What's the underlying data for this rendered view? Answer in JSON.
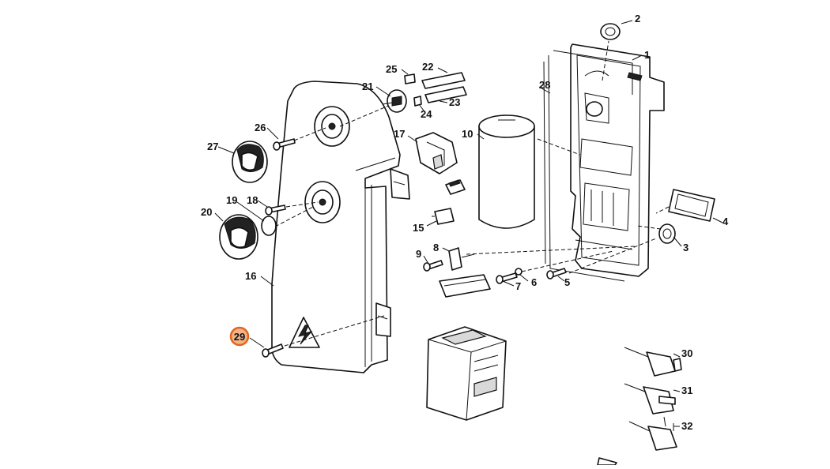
{
  "diagram": {
    "highlighted_part": "29",
    "parts": [
      {
        "id": "p1",
        "label": "1"
      },
      {
        "id": "p2",
        "label": "2"
      },
      {
        "id": "p3",
        "label": "3"
      },
      {
        "id": "p4",
        "label": "4"
      },
      {
        "id": "p5",
        "label": "5"
      },
      {
        "id": "p6",
        "label": "6"
      },
      {
        "id": "p7",
        "label": "7"
      },
      {
        "id": "p8",
        "label": "8"
      },
      {
        "id": "p9",
        "label": "9"
      },
      {
        "id": "p10",
        "label": "10"
      },
      {
        "id": "p15",
        "label": "15"
      },
      {
        "id": "p16",
        "label": "16"
      },
      {
        "id": "p17",
        "label": "17"
      },
      {
        "id": "p18",
        "label": "18"
      },
      {
        "id": "p19",
        "label": "19"
      },
      {
        "id": "p20",
        "label": "20"
      },
      {
        "id": "p21",
        "label": "21"
      },
      {
        "id": "p22",
        "label": "22"
      },
      {
        "id": "p23",
        "label": "23"
      },
      {
        "id": "p24",
        "label": "24"
      },
      {
        "id": "p25",
        "label": "25"
      },
      {
        "id": "p26",
        "label": "26"
      },
      {
        "id": "p27",
        "label": "27"
      },
      {
        "id": "p28",
        "label": "28"
      },
      {
        "id": "p29",
        "label": "29"
      },
      {
        "id": "p30",
        "label": "30"
      },
      {
        "id": "p31",
        "label": "31"
      },
      {
        "id": "p32",
        "label": "32"
      }
    ]
  }
}
